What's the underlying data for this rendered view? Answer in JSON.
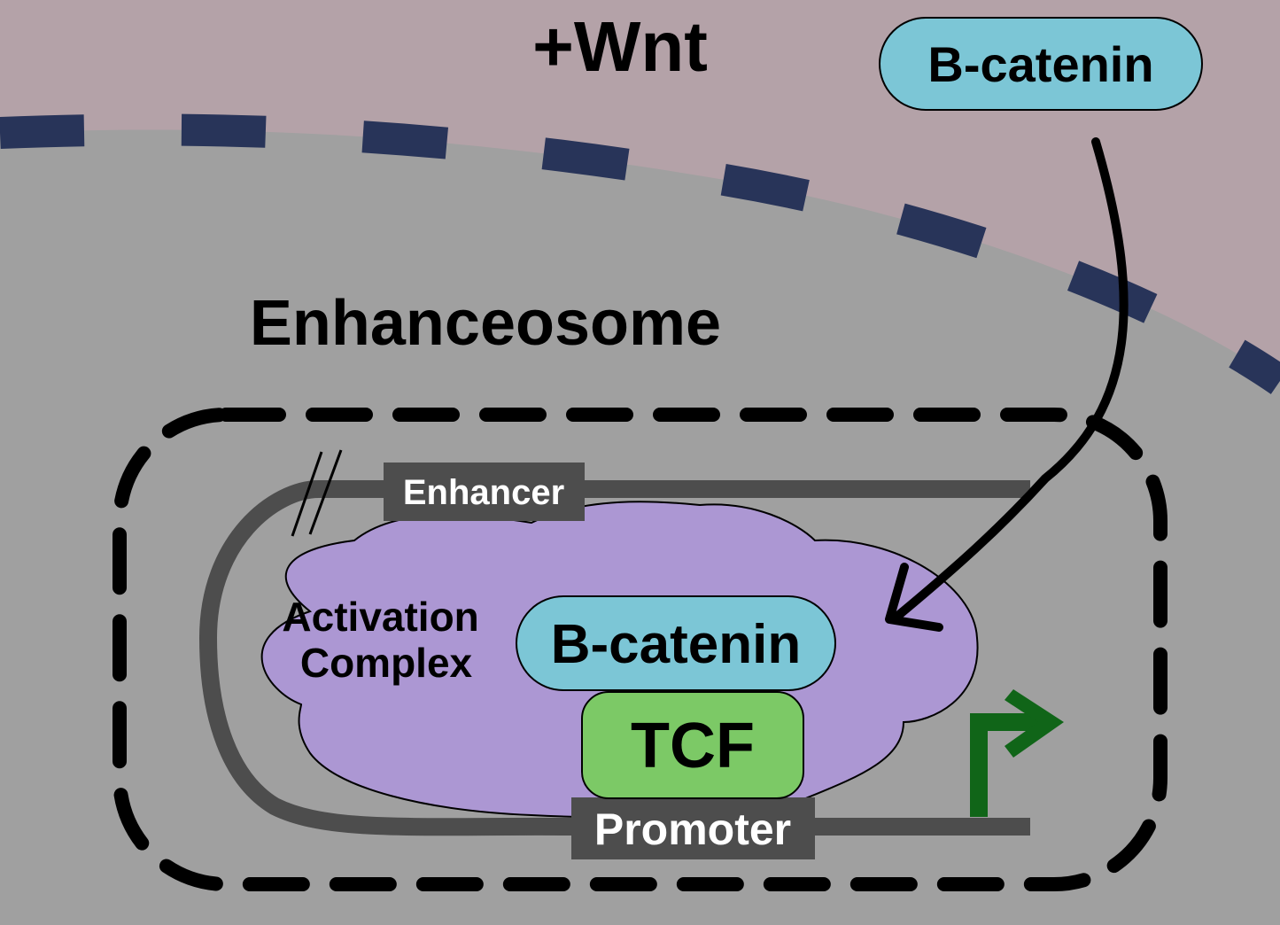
{
  "title": "+Wnt",
  "section_label": "Enhanceosome",
  "beta_catenin_outside": "B-catenin",
  "activation_complex": [
    "Activation",
    "Complex"
  ],
  "beta_catenin_bound": "B-catenin",
  "tcf": "TCF",
  "enhancer": "Enhancer",
  "promoter": "Promoter",
  "colors": {
    "extracellular": "#b4a2a8",
    "nucleus": "#a0a0a0",
    "membrane": "#283459",
    "activation_complex": "#ac97d3",
    "beta_catenin": "#7cc6d6",
    "tcf": "#7cc966",
    "dna": "#4d4d4d",
    "transcription_arrow": "#106518"
  }
}
